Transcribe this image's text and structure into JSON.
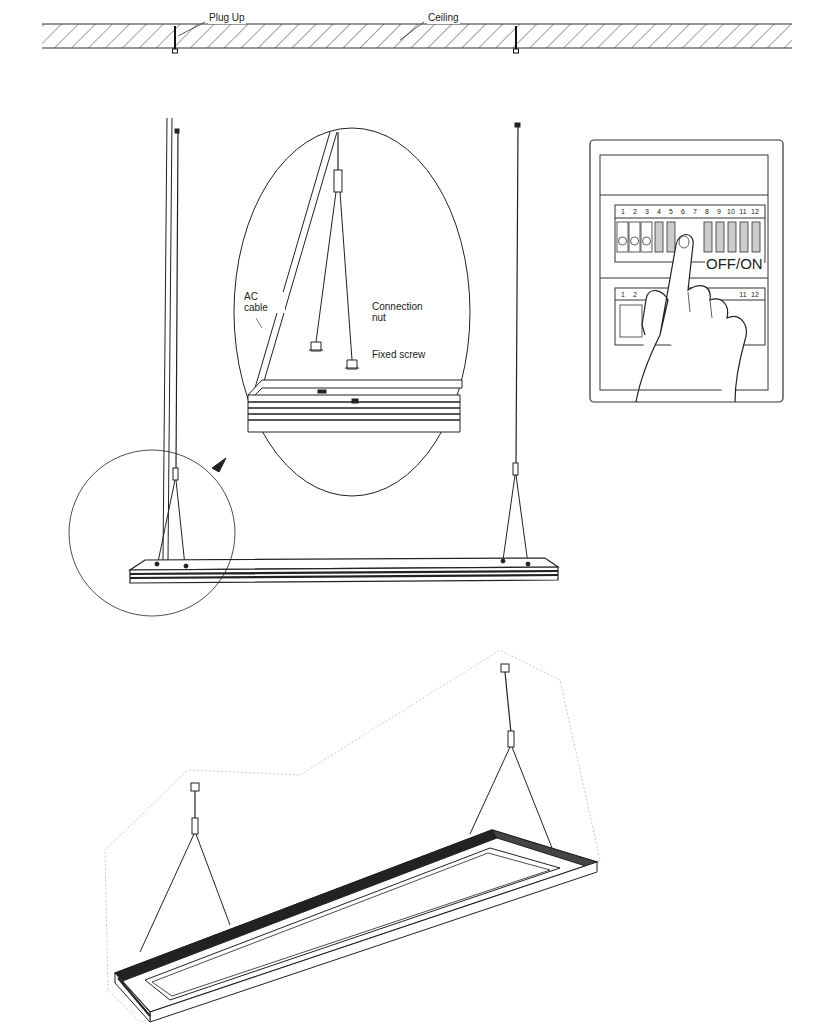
{
  "diagram": {
    "labels": [
      "Plug Up",
      "Ceiling",
      "AC cable",
      "Connection nut",
      "Fixed screw",
      "OFF/ON",
      "1",
      "2",
      "3",
      "4",
      "5",
      "6",
      "7",
      "8",
      "9",
      "10",
      "11",
      "12",
      "1",
      "2",
      "11",
      "12"
    ]
  }
}
